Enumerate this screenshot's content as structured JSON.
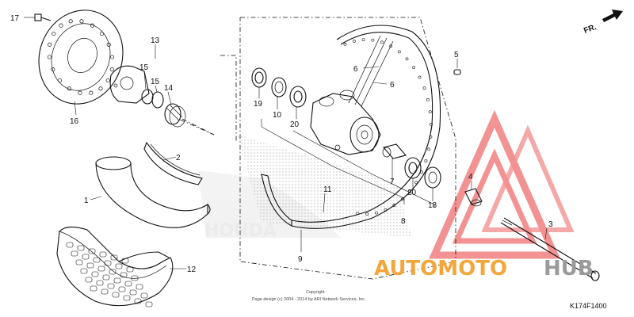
{
  "diagram": {
    "callouts": {
      "c17": "17",
      "c13": "13",
      "c15a": "15",
      "c15b": "15",
      "c14": "14",
      "c16": "16",
      "c2": "2",
      "c1": "1",
      "c12": "12",
      "c6a": "6",
      "c6b": "6",
      "c19": "19",
      "c10": "10",
      "c20a": "20",
      "c11": "11",
      "c7": "7",
      "c20b": "20",
      "c18": "18",
      "c8": "8",
      "c9": "9",
      "c5": "5",
      "c4": "4",
      "c3": "3"
    },
    "direction_arrow": "FR.",
    "copyright_line1": "Copyright",
    "copyright_line2": "Page design (c) 2004 - 2014 by ARI Network Services, Inc.",
    "figure_code": "K174F1400"
  },
  "watermark": {
    "brand_part1": "AUTOMOTO",
    "brand_part2": "HUB",
    "triangle_color": "#f08080",
    "accent_color": "#f4a63a",
    "gray_color": "#9a9a9a"
  }
}
